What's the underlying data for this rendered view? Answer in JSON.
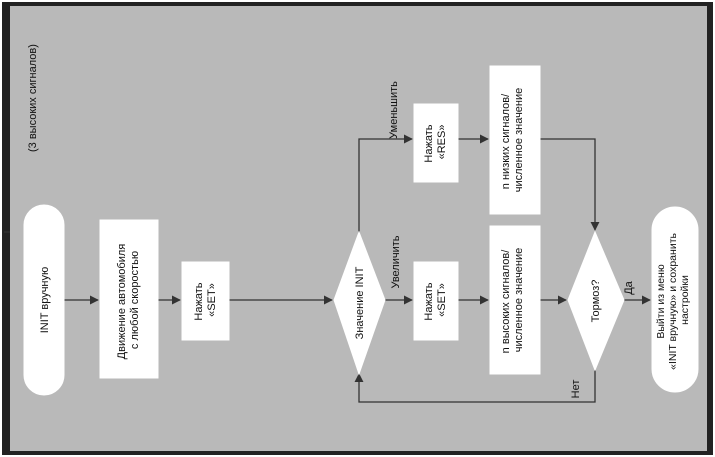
{
  "diagram": {
    "note": "(3 высоких сигналов)",
    "start": "INIT вручную",
    "step_drive": [
      "Движение автомобиля",
      "с любой скоростью"
    ],
    "step_press_set": [
      "Нажать",
      "«SET»"
    ],
    "decision_init": "Значение INIT",
    "branch_decrease": "Уменьшить",
    "branch_increase": "Увеличить",
    "step_press_res": [
      "Нажать",
      "«RES»"
    ],
    "step_press_set2": [
      "Нажать",
      "«SET»"
    ],
    "low_signals": [
      "n низких сигналов/",
      "численное значение"
    ],
    "high_signals": [
      "n высоких сигналов/",
      "численное значение"
    ],
    "decision_brake": "Тормоз?",
    "yes_label": "Да",
    "no_label": "Нет",
    "end": [
      "Выйти из меню",
      "«INIT вручную» и сохранить",
      "настройки"
    ]
  },
  "colors": {
    "frame_bg": "#222222",
    "node_fill": "#ffffff",
    "line": "#333333"
  }
}
